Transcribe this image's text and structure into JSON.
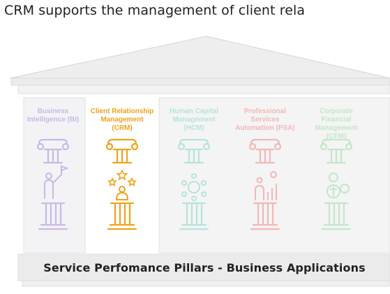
{
  "headline": "CRM supports the management of client rela",
  "pillars": [
    {
      "id": "bi",
      "label": "Business Intelligence (BI)",
      "lines": [
        "Business",
        "Intelligence (BI)"
      ],
      "color": "#c9b8e6",
      "active": false,
      "icon": "presenter-flag-icon"
    },
    {
      "id": "crm",
      "label": "Client Relationship Management (CRM)",
      "lines": [
        "Client Relationship",
        "Management (CRM)"
      ],
      "color": "#f0a21c",
      "active": true,
      "icon": "stars-person-icon"
    },
    {
      "id": "hcm",
      "label": "Human Capital Management (HCM)",
      "lines": [
        "Human Capital",
        "Management (HCM)"
      ],
      "color": "#b7e2dc",
      "active": false,
      "icon": "network-people-icon"
    },
    {
      "id": "psa",
      "label": "Professional Services Automation (PSA)",
      "lines": [
        "Professional Services",
        "Automation (PSA)"
      ],
      "color": "#f2b7b7",
      "active": false,
      "icon": "presenter-chart-icon"
    },
    {
      "id": "cfm",
      "label": "Corporate Financial Management (CFM)",
      "lines": [
        "Corporate Financial",
        "Management (CFM)"
      ],
      "color": "#c3e6c8",
      "active": false,
      "icon": "dollar-gears-icon"
    }
  ],
  "banner": "Service Perfomance Pillars - Business Applications",
  "colors": {
    "roof": "#eeeeee",
    "roof_stroke": "#d8d8d8",
    "panel": "#f4f4f4",
    "base": "#e9e9e9"
  }
}
